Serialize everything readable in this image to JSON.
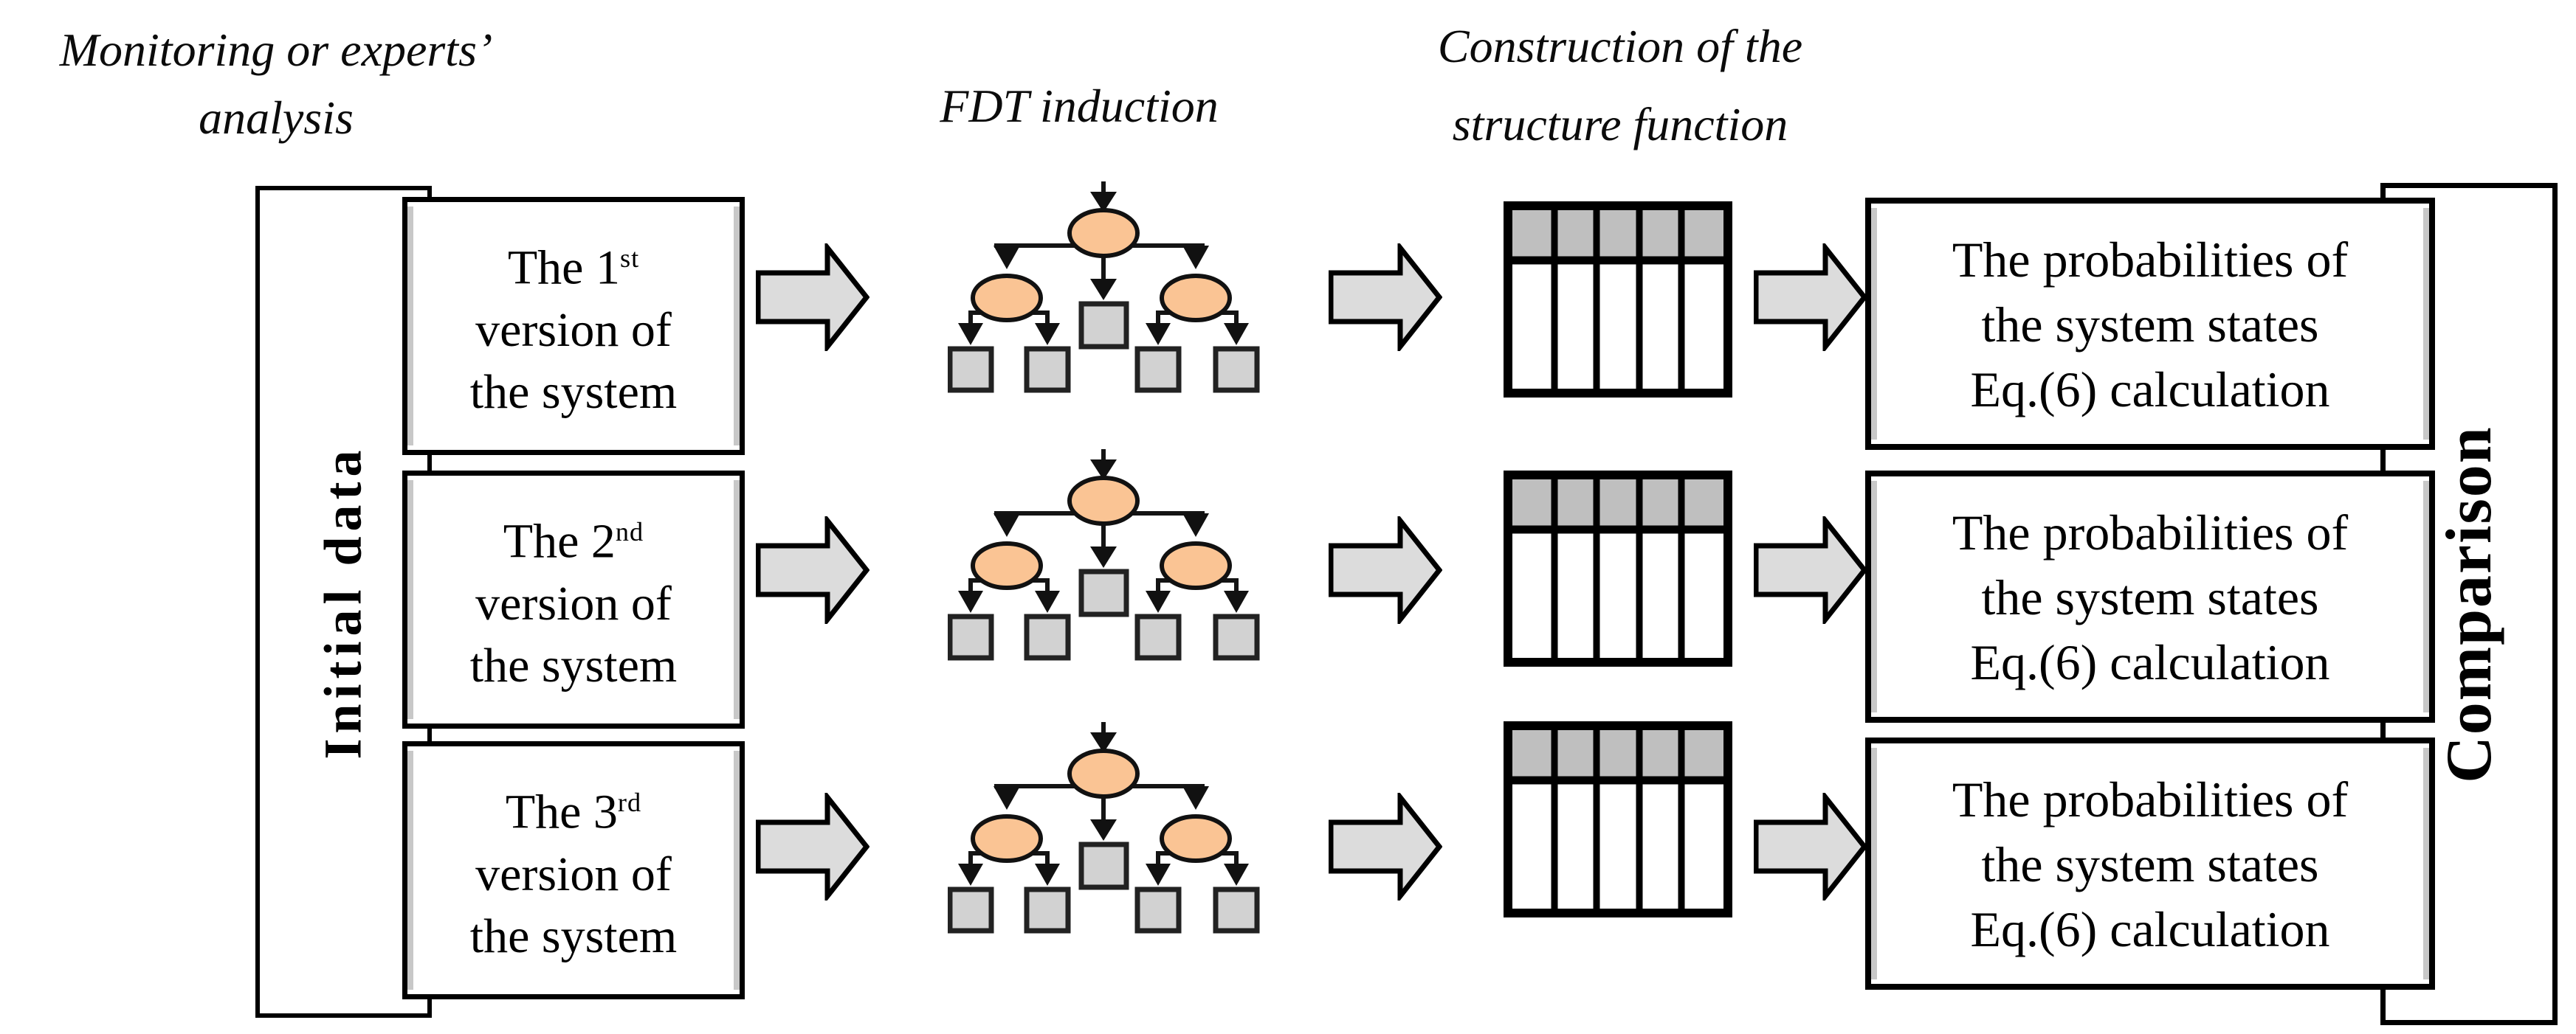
{
  "stage_labels": {
    "monitoring": {
      "line1": "Monitoring or experts’",
      "line2": "analysis"
    },
    "fdt": {
      "line1": "FDT induction"
    },
    "construction": {
      "line1": "Construction of the",
      "line2": "structure function"
    }
  },
  "initial_data_panel": {
    "label": "Initial data"
  },
  "comparison_panel": {
    "label": "Comparison"
  },
  "rows": [
    {
      "version_box": {
        "line1_prefix": "The 1",
        "line1_sup": "st",
        "line2": "version of",
        "line3": "the system"
      },
      "result_box": {
        "line1": "The probabilities of",
        "line2": "the system states",
        "line3": "Eq.(6) calculation"
      }
    },
    {
      "version_box": {
        "line1_prefix": "The 2",
        "line1_sup": "nd",
        "line2": "version of",
        "line3": "the system"
      },
      "result_box": {
        "line1": "The probabilities of",
        "line2": "the system states",
        "line3": "Eq.(6) calculation"
      }
    },
    {
      "version_box": {
        "line1_prefix": "The 3",
        "line1_sup": "rd",
        "line2": "version of",
        "line3": "the system"
      },
      "result_box": {
        "line1": "The probabilities of",
        "line2": "the system states",
        "line3": "Eq.(6) calculation"
      }
    }
  ],
  "icons": {
    "flow_arrow": "flow-arrow-icon",
    "fdt_tree": "fdt-tree-icon",
    "structure_table": "structure-table-icon"
  },
  "colors": {
    "tree_node_fill": "#FAC494",
    "leaf_fill": "#D2D2D2",
    "arrow_fill": "#DCDCDC",
    "table_header_fill": "#BFBFBF",
    "box_shadow_strip": "#C8C8C8",
    "outline": "#000000"
  }
}
